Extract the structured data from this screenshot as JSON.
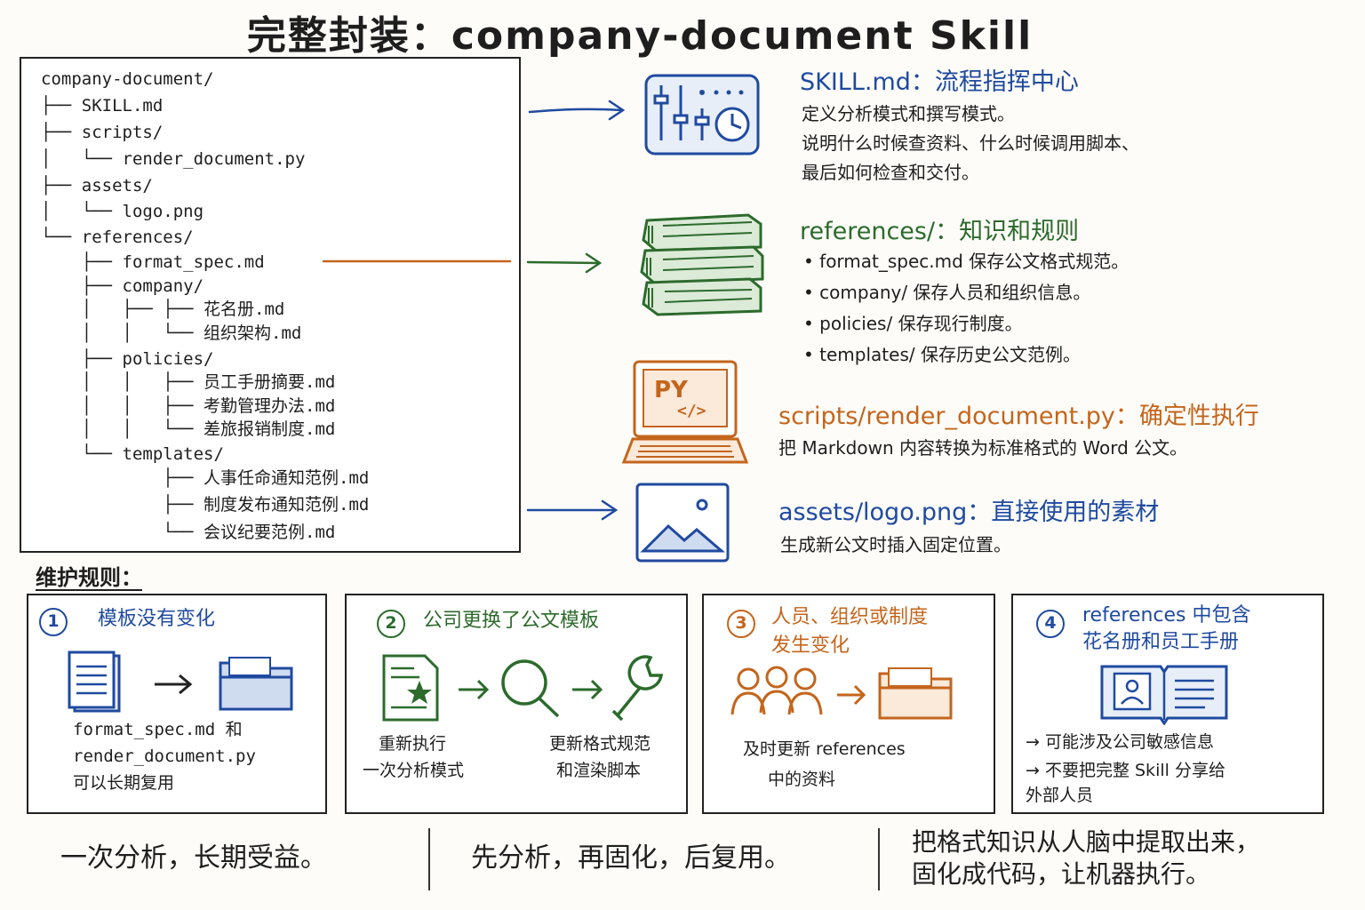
{
  "title": "完整封装：company-document Skill",
  "tree": [
    "company-document/",
    "├── SKILL.md",
    "├── scripts/",
    "│   └── render_document.py",
    "├── assets/",
    "│   └── logo.png",
    "└── references/",
    "    ├── format_spec.md",
    "    ├── company/",
    "    │   ├── ├── 花名册.md",
    "    │   │   └── 组织架构.md",
    "    ├── policies/",
    "    │   │   ├── 员工手册摘要.md",
    "    │   │   ├── 考勤管理办法.md",
    "    │   │   └── 差旅报销制度.md",
    "    └── templates/",
    "            ├── 人事任命通知范例.md",
    "            ├── 制度发布通知范例.md",
    "            └── 会议纪要范例.md"
  ],
  "sections": {
    "skill": {
      "title": "SKILL.md：流程指挥中心",
      "lines": [
        "定义分析模式和撰写模式。",
        "说明什么时候查资料、什么时候调用脚本、",
        "最后如何检查和交付。"
      ]
    },
    "references": {
      "title": "references/：知识和规则",
      "bullets": [
        "format_spec.md 保存公文格式规范。",
        "company/ 保存人员和组织信息。",
        "policies/ 保存现行制度。",
        "templates/ 保存历史公文范例。"
      ]
    },
    "scripts": {
      "title": "scripts/render_document.py：确定性执行",
      "text": "把 Markdown 内容转换为标准格式的 Word 公文。",
      "icon_label": "PY",
      "icon_code": "</>"
    },
    "assets": {
      "title": "assets/logo.png：直接使用的素材",
      "text": "生成新公文时插入固定位置。"
    }
  },
  "maintenance": {
    "label": "维护规则：",
    "boxes": [
      {
        "num": "1",
        "title": [
          "模板没有变化"
        ],
        "text": [
          "format_spec.md 和",
          "render_document.py",
          "可以长期复用"
        ]
      },
      {
        "num": "2",
        "title": [
          "公司更换了公文模板"
        ],
        "text_left": [
          "重新执行",
          "一次分析模式"
        ],
        "text_right": [
          "更新格式规范",
          "和渲染脚本"
        ]
      },
      {
        "num": "3",
        "title": [
          "人员、组织或制度",
          "发生变化"
        ],
        "text": [
          "及时更新 references",
          "中的资料"
        ]
      },
      {
        "num": "4",
        "title": [
          "references 中包含",
          "花名册和员工手册"
        ],
        "text": [
          "→ 可能涉及公司敏感信息",
          "→ 不要把完整 Skill 分享给",
          "   外部人员"
        ]
      }
    ]
  },
  "footer": {
    "left": "一次分析，长期受益。",
    "middle": "先分析，再固化，后复用。",
    "right": [
      "把格式知识从人脑中提取出来，",
      "固化成代码，让机器执行。"
    ]
  },
  "colors": {
    "blue": "#1f4aa0",
    "green": "#2c6b2c",
    "orange": "#c4651c"
  },
  "icons": [
    "control-panel-icon",
    "books-icon",
    "laptop-icon",
    "image-icon",
    "document-icon",
    "folder-icon",
    "magnifier-icon",
    "wrench-icon",
    "people-icon",
    "open-book-icon"
  ]
}
